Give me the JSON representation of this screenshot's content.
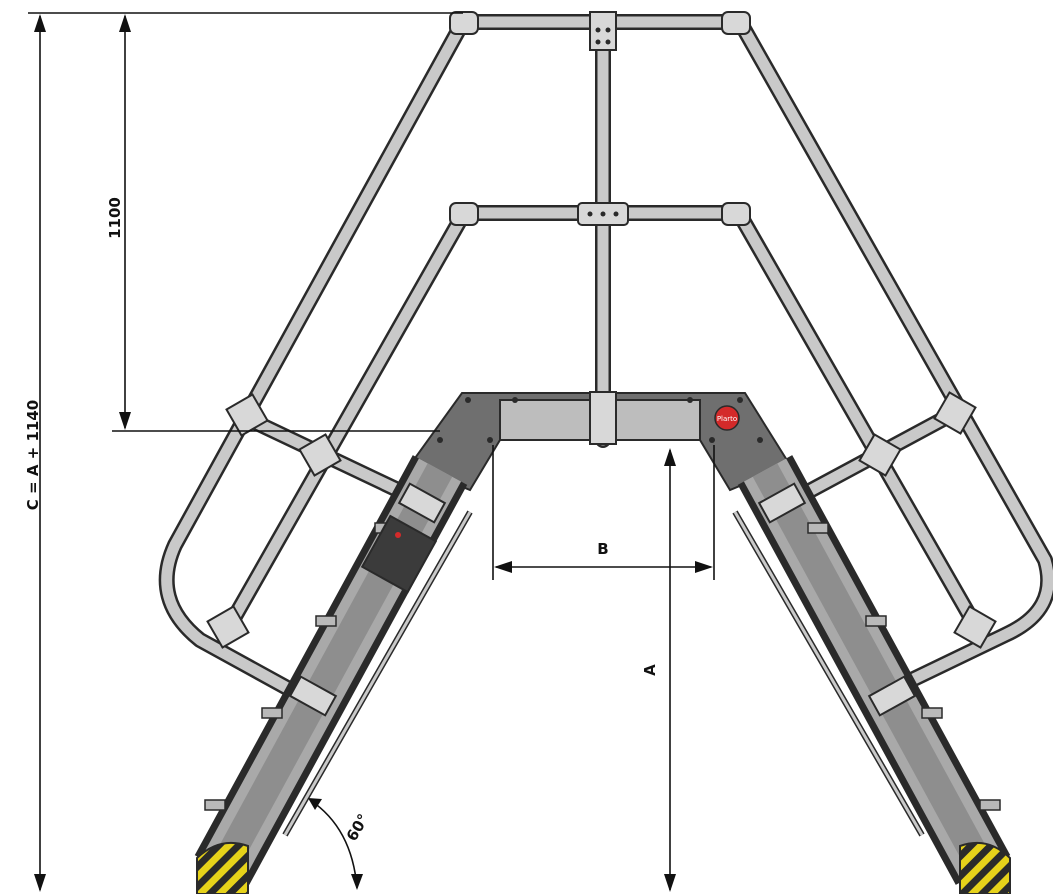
{
  "dimensions": {
    "height_rail": "1100",
    "total_height": "C = A + 1140",
    "platform_width": "B",
    "stair_height": "A",
    "angle": "60°"
  },
  "brand_badge": "Plarto",
  "colors": {
    "rail": "#c9c9c9",
    "outline": "#2a2a2a",
    "plate": "#6f6f6f",
    "hazard_yellow": "#e6d21a",
    "badge_red": "#d42a2a"
  }
}
